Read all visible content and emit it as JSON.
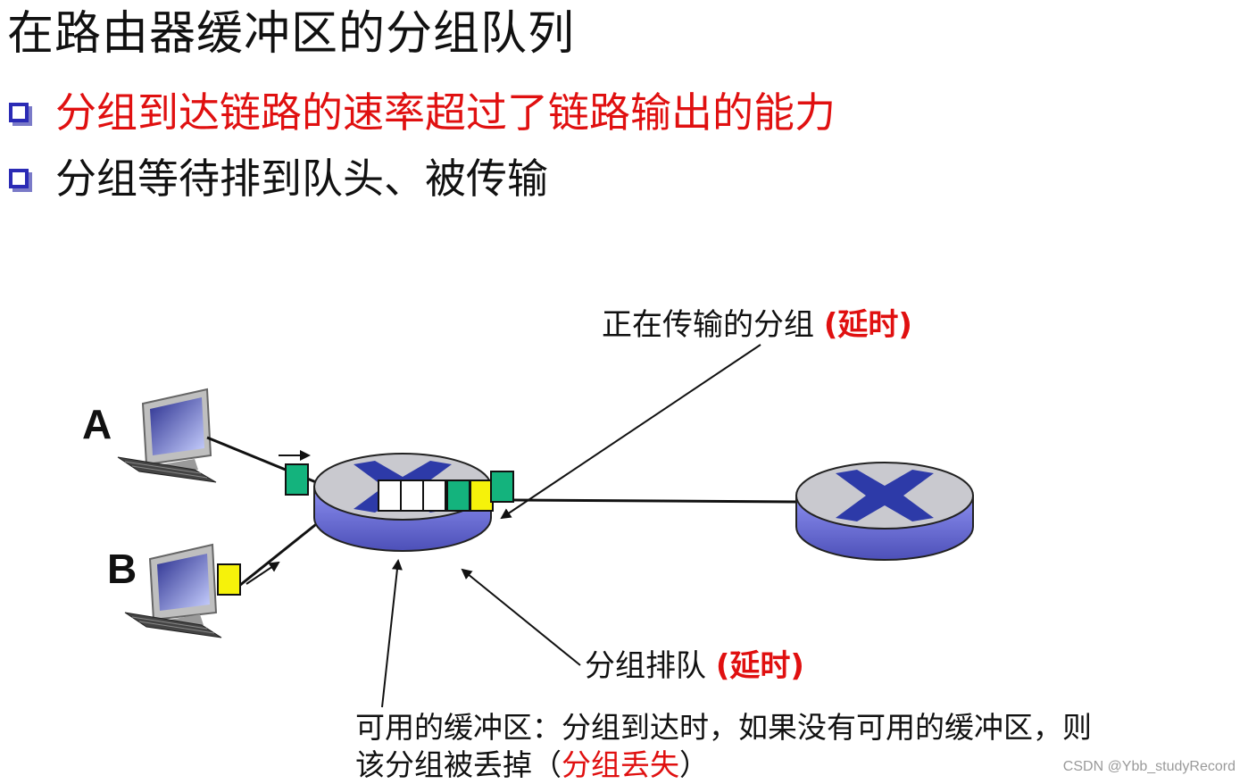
{
  "title": "在路由器缓冲区的分组队列",
  "bullets": [
    {
      "text": "分组到达链路的速率超过了链路输出的能力",
      "color": "#e01010"
    },
    {
      "text": "分组等待排到队头、被传输",
      "color": "#111111"
    }
  ],
  "labels": {
    "transmitting": "正在传输的分组",
    "transmitting_delay": "(延时)",
    "queueing": "分组排队",
    "queueing_delay": "(延时)",
    "buffer_line1": "可用的缓冲区：分组到达时，如果没有可用的缓冲区，则",
    "buffer_line2_pre": "该分组被丢掉（",
    "buffer_line2_red": "分组丢失",
    "buffer_line2_post": "）"
  },
  "hosts": {
    "a": "A",
    "b": "B"
  },
  "watermark": "CSDN @Ybb_studyRecord",
  "colors": {
    "packet_green": "#14b37d",
    "packet_yellow": "#f6f20a",
    "router_body": "#6f72d6",
    "router_top": "#c9c9cf",
    "router_x": "#2d3aa8",
    "loss_red": "#e01010"
  }
}
